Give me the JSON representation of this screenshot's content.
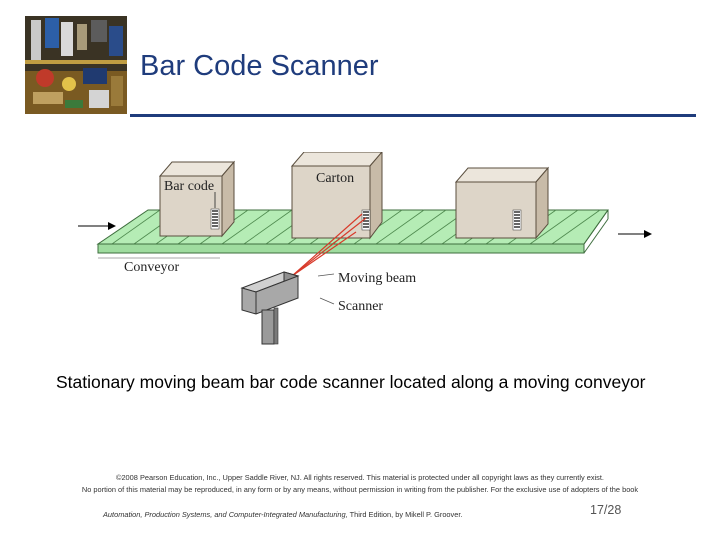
{
  "slide": {
    "title": "Bar Code Scanner",
    "caption": "Stationary moving beam bar code scanner located along a moving conveyor",
    "page_number": "17/28"
  },
  "figure": {
    "labels": {
      "bar_code": "Bar code",
      "carton": "Carton",
      "conveyor": "Conveyor",
      "moving_beam": "Moving beam",
      "scanner": "Scanner"
    }
  },
  "footer": {
    "copyright_line1": "©2008 Pearson Education, Inc., Upper Saddle River, NJ. All rights reserved. This material is protected under all copyright laws as they currently exist.",
    "copyright_line2": "No portion of this material may be reproduced, in any form or by any means, without permission in writing from the publisher. For the exclusive use of adopters of the book",
    "book_title": "Automation, Production Systems, and Computer-Integrated Manufacturing,",
    "book_edition": " Third Edition, by Mikell P. Groover."
  },
  "colors": {
    "title": "#1f3c7c",
    "title_rule": "#1f3c7c",
    "conveyor": "#b5ecb5",
    "carton_front": "#ddd5c8",
    "carton_side": "#c8bba8",
    "carton_top": "#ece6dc",
    "scanner": "#a8a8a8",
    "beam": "#d83a2a"
  }
}
